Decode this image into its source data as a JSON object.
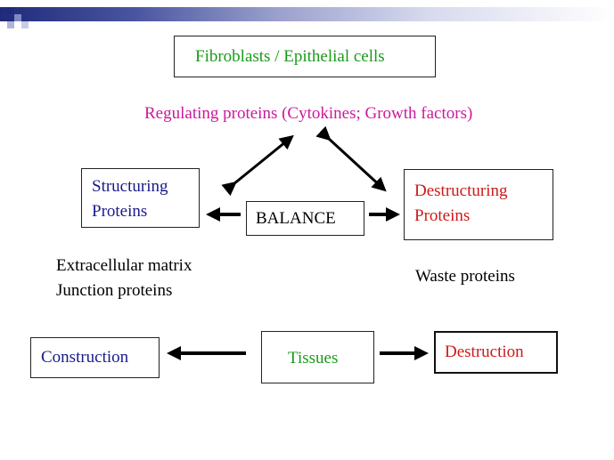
{
  "source_cells": "Fibroblasts / Epithelial cells",
  "regulating": "Regulating proteins (Cytokines; Growth factors)",
  "structuring": {
    "line1": "Structuring",
    "line2": "Proteins"
  },
  "balance": "BALANCE",
  "destructuring": {
    "line1": "Destructuring",
    "line2": "Proteins"
  },
  "extracellular": {
    "line1": "Extracellular matrix",
    "line2": "Junction proteins"
  },
  "waste": "Waste proteins",
  "construction": "Construction",
  "tissues": "Tissues",
  "destruction": "Destruction",
  "colors": {
    "green": "#1a9a1a",
    "magenta": "#cc1a99",
    "blue": "#1a1a8c",
    "red": "#cc1a1a",
    "black": "#000000"
  }
}
